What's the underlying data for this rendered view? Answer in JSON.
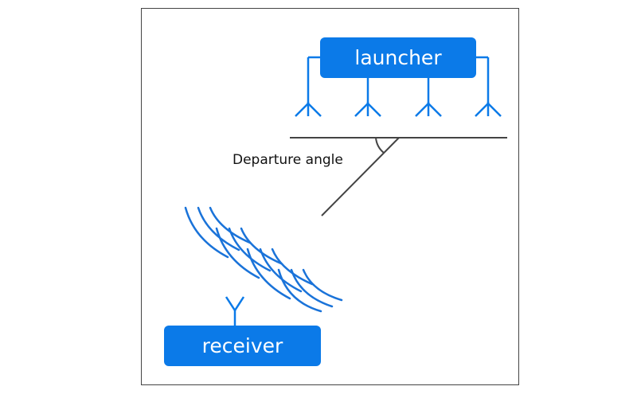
{
  "diagram": {
    "launcher_label": "launcher",
    "receiver_label": "receiver",
    "angle_label": "Departure angle",
    "colors": {
      "box_fill": "#0b7ae8",
      "box_text": "#ffffff",
      "antenna": "#0b7ae8",
      "wave": "#1a73d9",
      "line": "#444444",
      "frame": "#444444"
    },
    "launcher_antenna_count": 4,
    "wavefront_count": 4,
    "arcs_per_wavefront": 3
  }
}
